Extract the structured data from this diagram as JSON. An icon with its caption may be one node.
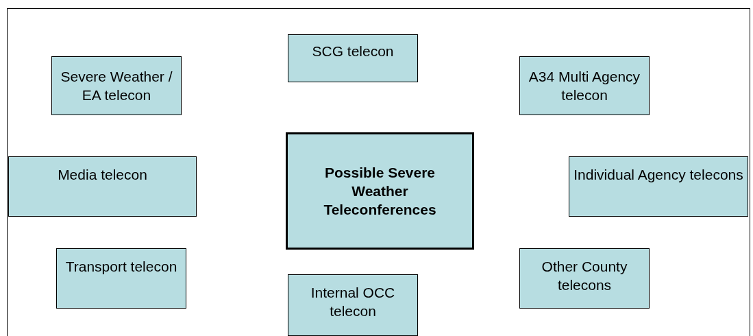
{
  "diagram": {
    "nodes": [
      {
        "text": [
          "SCG telecon"
        ]
      },
      {
        "text": [
          "Severe Weather / EA telecon"
        ]
      },
      {
        "text": [
          "A34 Multi Agency telecon"
        ]
      },
      {
        "text": [
          "Media telecon"
        ]
      },
      {
        "text": [
          "Possible Severe Weather Teleconferences"
        ]
      },
      {
        "text": [
          "Individual Agency telecons"
        ]
      },
      {
        "text": [
          "Transport telecon"
        ]
      },
      {
        "text": [
          "Other County telecons"
        ]
      },
      {
        "text": [
          "Internal OCC telecon"
        ]
      }
    ]
  }
}
